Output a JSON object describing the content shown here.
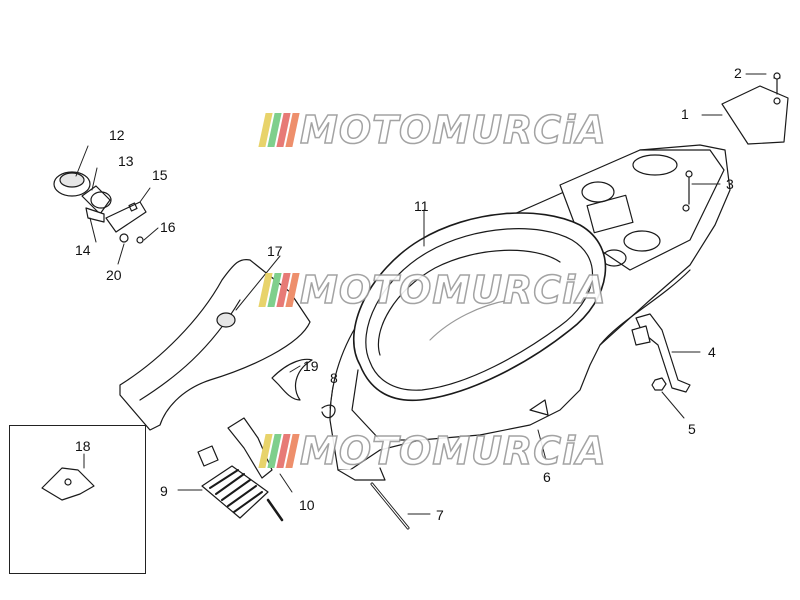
{
  "watermark": {
    "text": "MOTOMURCiA",
    "bar_colors": [
      "#e8d36b",
      "#7fcf8c",
      "#e77a76",
      "#ee8f6c"
    ]
  },
  "part_labels": {
    "p1": "1",
    "p2": "2",
    "p3": "3",
    "p4": "4",
    "p5": "5",
    "p6": "6",
    "p7": "7",
    "p8": "8",
    "p9": "9",
    "p10": "10",
    "p11": "11",
    "p12": "12",
    "p13": "13",
    "p14": "14",
    "p15": "15",
    "p16": "16",
    "p17": "17",
    "p18": "18",
    "p19": "19",
    "p20": "20"
  },
  "colors": {
    "line": "#1a1a1a",
    "leader": "#222222",
    "fill": "#ffffff",
    "shade": "#e6e6e6"
  }
}
